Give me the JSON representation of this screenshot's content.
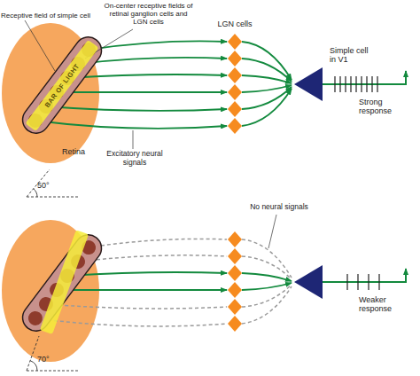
{
  "diagram": {
    "nodes": [
      {
        "text": [
          "Retina"
        ]
      },
      {
        "text": [
          "BAR OF LIGHT"
        ],
        "in": 0
      },
      {
        "text": [
          "Simple cell in V1"
        ]
      }
    ],
    "labels": [
      "Receptive field of simple cell",
      "On-center receptive fields of retinal ganglion cells and LGN cells",
      "LGN cells",
      "Excitatory neural signals",
      "Strong response",
      "50°",
      "No neural signals",
      "Weaker response",
      "70°"
    ]
  }
}
